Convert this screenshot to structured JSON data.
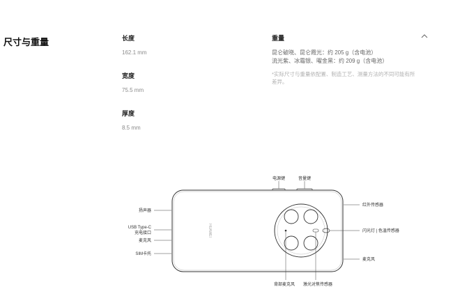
{
  "section": {
    "title": "尺寸与重量"
  },
  "specs": [
    {
      "label": "长度",
      "value": "162.1 mm"
    },
    {
      "label": "宽度",
      "value": "75.5 mm"
    },
    {
      "label": "厚度",
      "value": "8.5 mm"
    }
  ],
  "weight": {
    "label": "重量",
    "lines": [
      "昆仑破晓、昆仑霞光：约 205 g（含电池）",
      "流光紫、冰霜银、曜金黑：约 209 g（含电池）"
    ],
    "note": "*实际尺寸与重量依配置、制造工艺、测量方法的不同可能有所差异。"
  },
  "diagram": {
    "brand_text": "HUAWEI",
    "labels": {
      "power_key": "电源键",
      "volume_key": "音量键",
      "speaker": "扬声器",
      "usb_c": "USB Type-C",
      "charging_port": "充电接口",
      "mic_bottom": "麦克风",
      "sim_tray": "SIM卡托",
      "ir_sensor": "红外传感器",
      "flash": "闪光灯 | 色温传感器",
      "mic_right": "麦克风",
      "back_mic": "背部麦克风",
      "laser_focus": "激光对焦传感器"
    }
  }
}
